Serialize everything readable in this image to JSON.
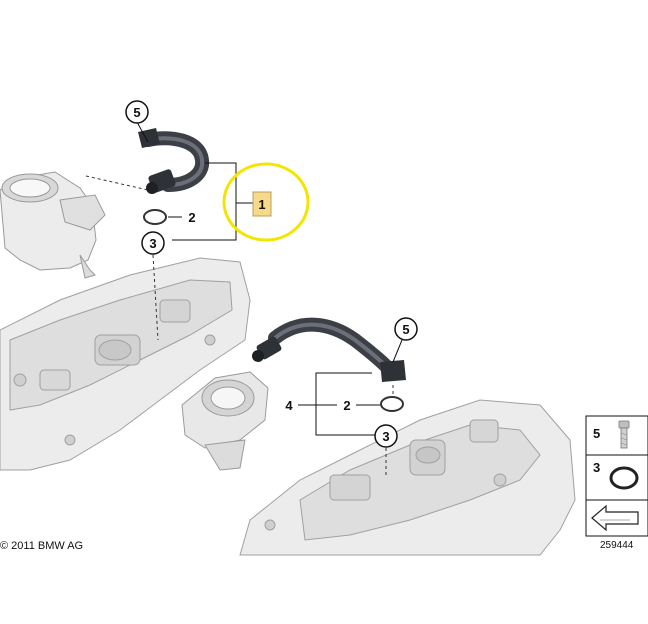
{
  "callouts": {
    "c1": "1",
    "c2_top": "2",
    "c3_top": "3",
    "c5_top": "5",
    "c5_mid": "5",
    "c4": "4",
    "c2_mid": "2",
    "c3_mid": "3"
  },
  "legend": {
    "item5": "5",
    "item3": "3"
  },
  "footer": {
    "copyright": "© 2011 BMW AG",
    "diagram_number": "259444"
  },
  "colors": {
    "highlight_circle": "#f2e600",
    "highlight_box": "#f7d98a",
    "hose": "#3c4046",
    "housing": "#e6e6e6"
  }
}
